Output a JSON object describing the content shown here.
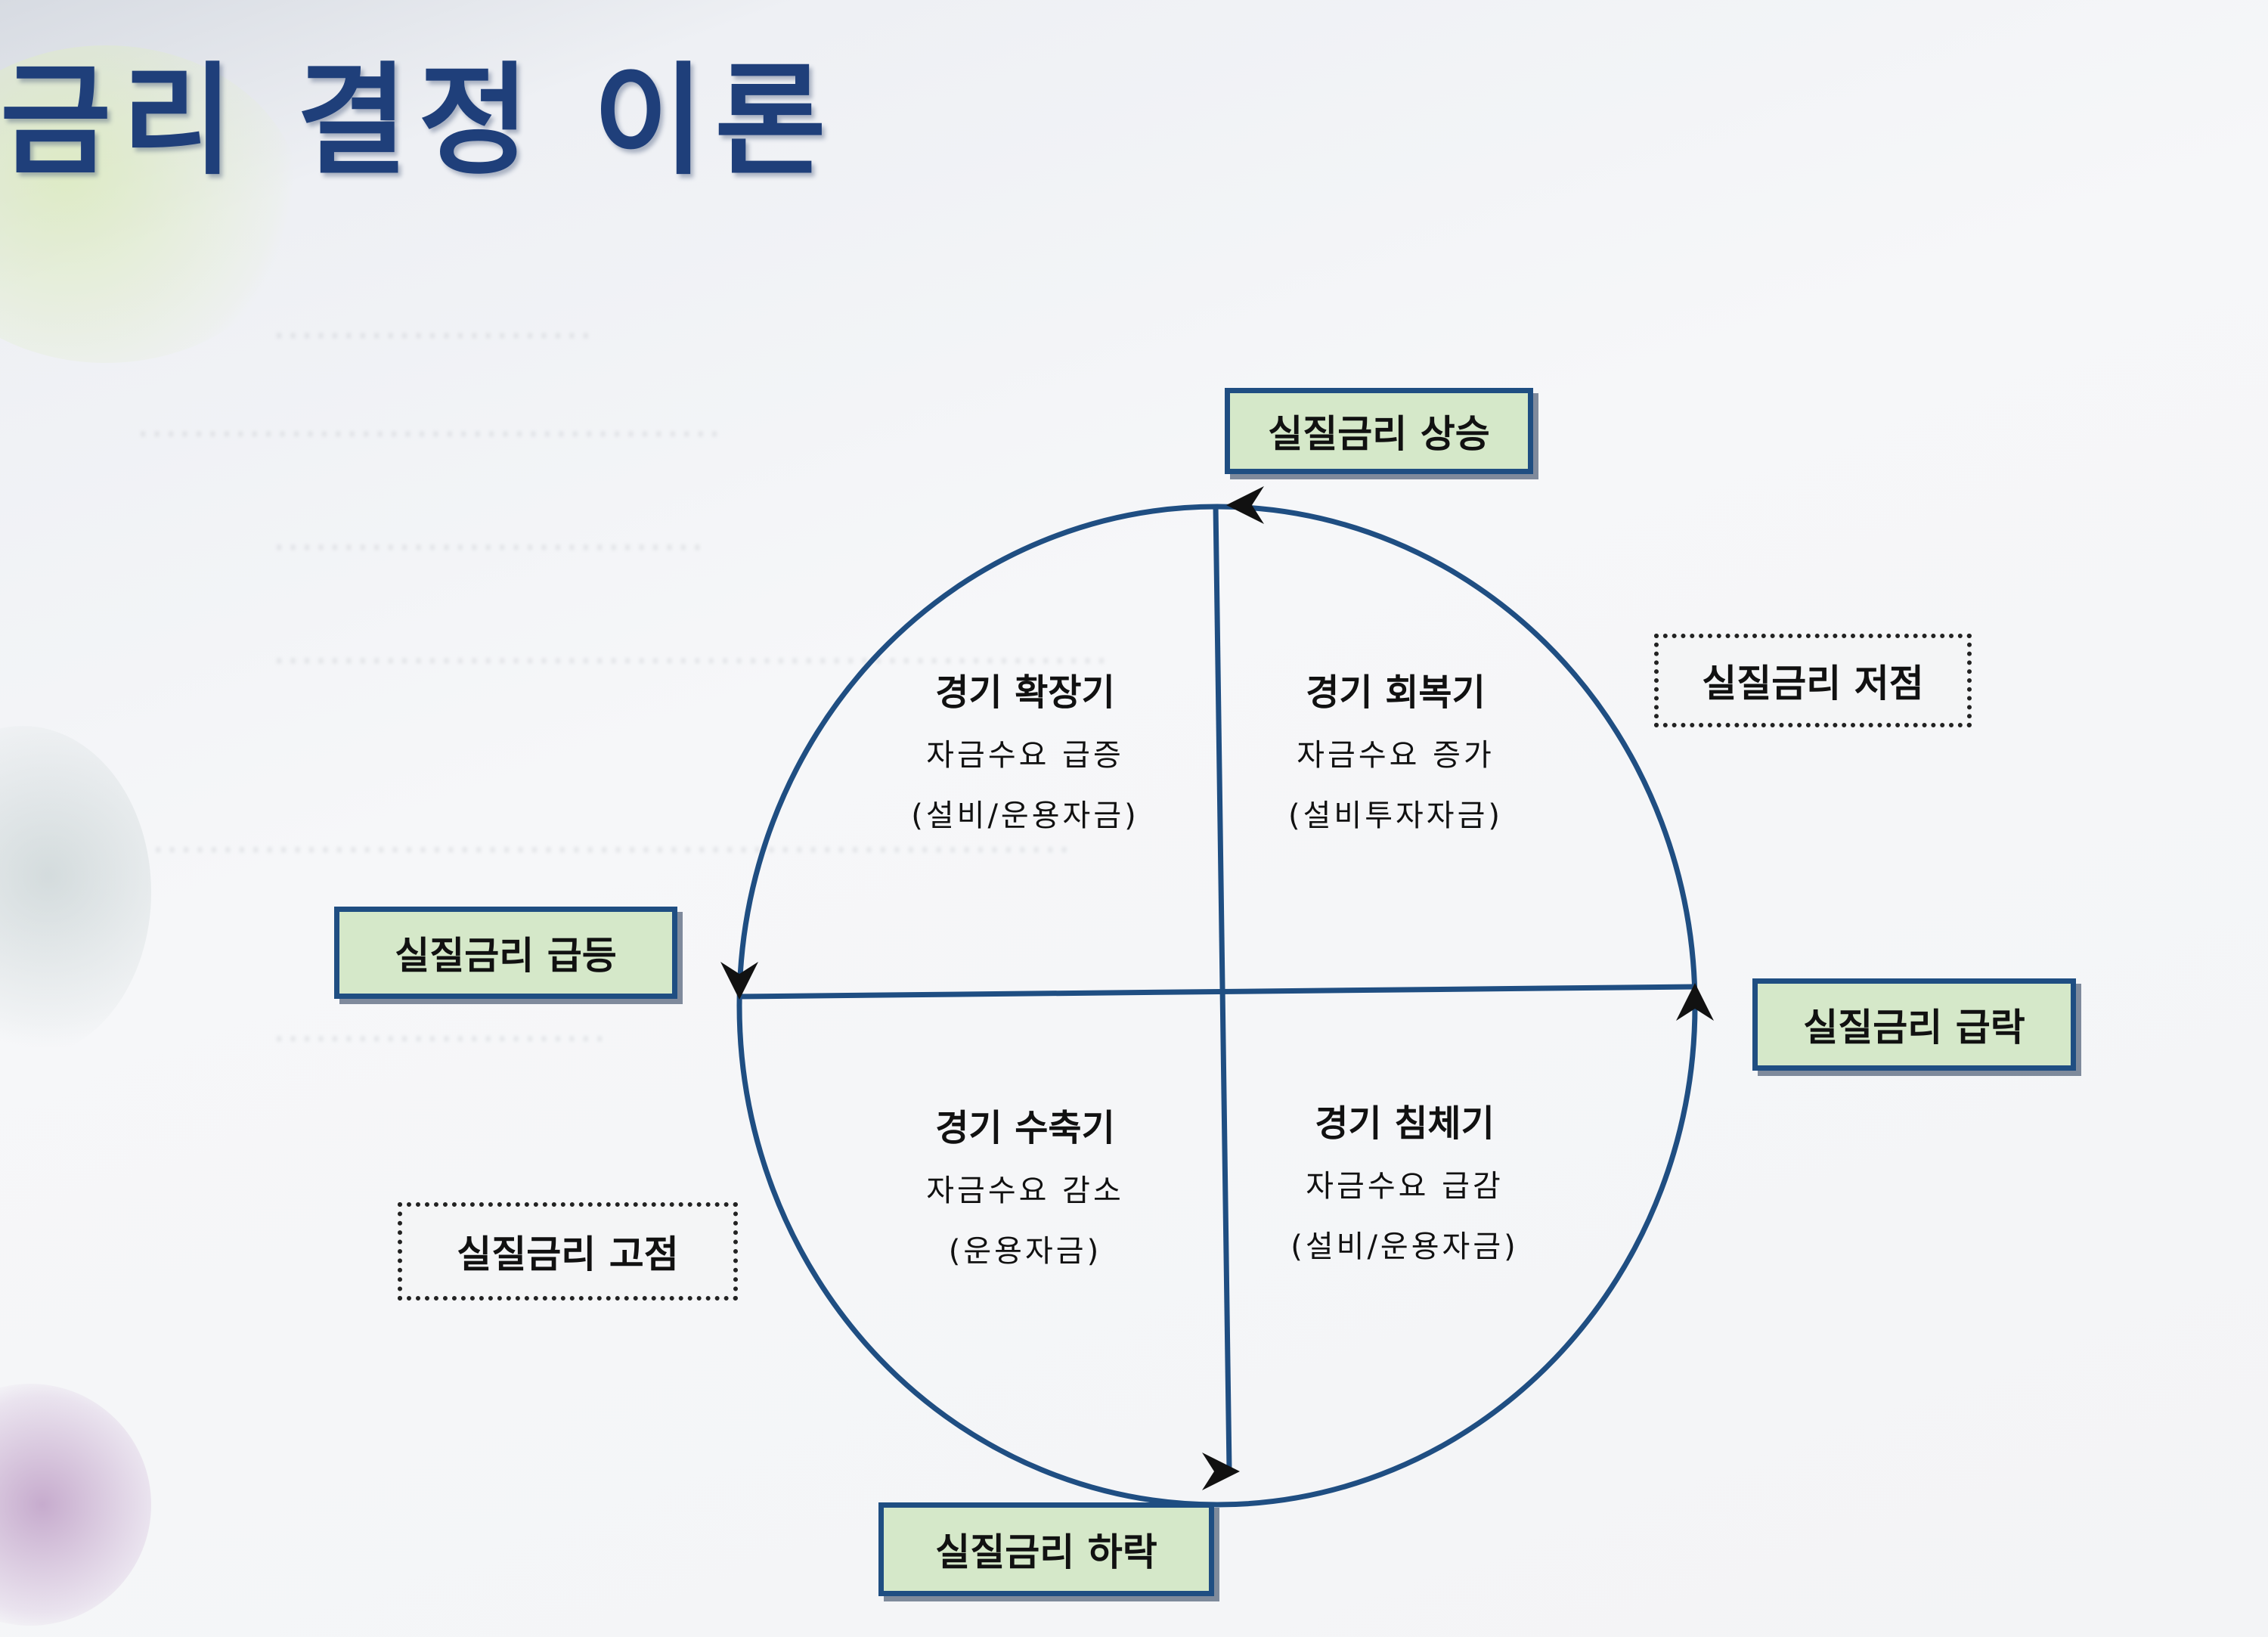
{
  "slide": {
    "title": "금리 결정 이론"
  },
  "diagram": {
    "circle_color": "#1f4e82",
    "box_fill": "#d5e8c9",
    "labels": {
      "top": "실질금리 상승",
      "bottom": "실질금리 하락",
      "left": "실질금리 급등",
      "right": "실질금리 급락",
      "top_right": "실질금리 저점",
      "bottom_left": "실질금리 고점"
    },
    "quadrants": {
      "top_left": {
        "title": "경기 확장기",
        "line1": "자금수요 급증",
        "line2": "(설비/운용자금)"
      },
      "top_right": {
        "title": "경기 회복기",
        "line1": "자금수요 증가",
        "line2": "(설비투자자금)"
      },
      "bottom_left": {
        "title": "경기 수축기",
        "line1": "자금수요 감소",
        "line2": "(운용자금)"
      },
      "bottom_right": {
        "title": "경기 침체기",
        "line1": "자금수요 급감",
        "line2": "(설비/운용자금)"
      }
    }
  }
}
